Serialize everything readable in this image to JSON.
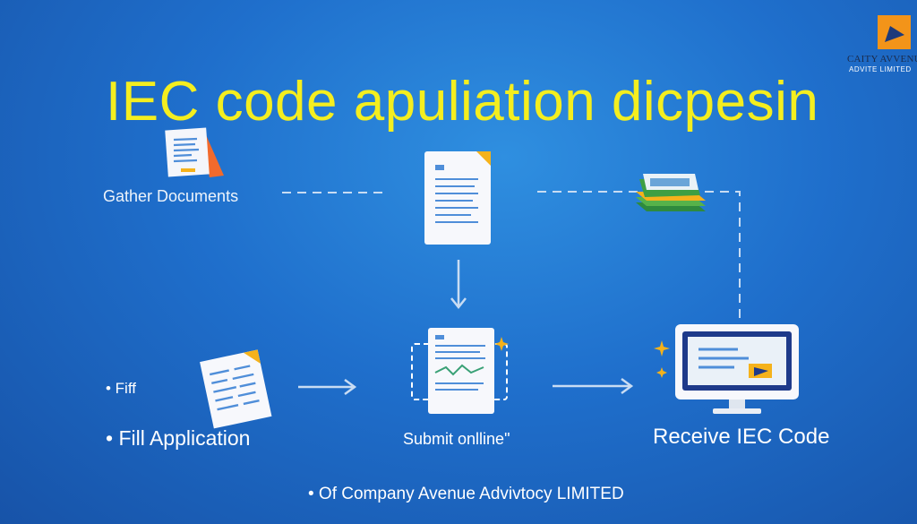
{
  "title": "IEC code apuliation dicpesin",
  "logo": {
    "line1": "CAITY AVVENU",
    "line2": "ADVITE LIMITED",
    "color": "#f39419"
  },
  "steps": {
    "gather": "Gather Documents",
    "fiff": "• Fiff",
    "fill": "• Fill Application",
    "submit": "Submit onlline\"",
    "receive": "Receive IEC Code"
  },
  "footer": "• Of Company Avenue Advivtocy LIMITED",
  "colors": {
    "title": "#f4ee1f",
    "accent": "#f5b21b",
    "connector": "#c8dcf3"
  },
  "icons": [
    "gather-documents-icon",
    "document-icon",
    "money-stack-icon",
    "application-form-icon",
    "submit-online-icon",
    "monitor-icon",
    "sparkle-icon"
  ]
}
